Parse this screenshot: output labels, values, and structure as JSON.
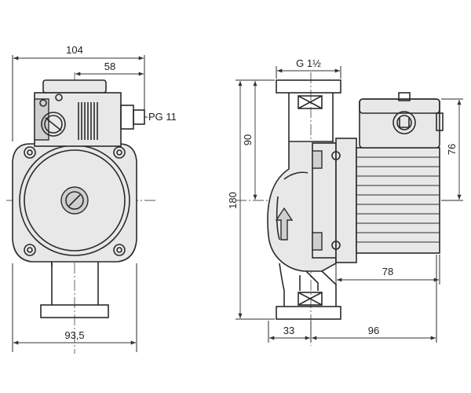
{
  "front_view": {
    "overall_width": "104",
    "half_width": "58",
    "bottom_width": "93,5",
    "cable_gland": "PG 11"
  },
  "side_view": {
    "thread": "G 1½",
    "height_upper": "90",
    "total_height": "180",
    "box_height": "76",
    "motor_length": "78",
    "inlet_offset": "33",
    "motor_depth": "96"
  }
}
